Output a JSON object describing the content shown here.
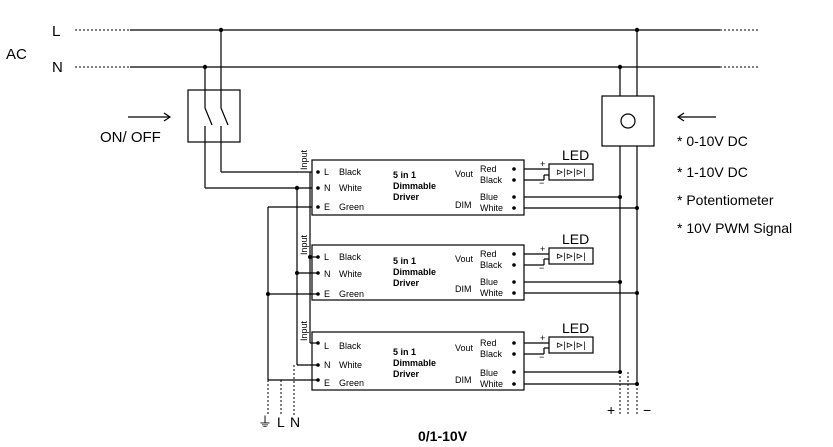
{
  "ac": {
    "label": "AC",
    "line": "L",
    "neutral": "N"
  },
  "switch": {
    "label": "ON/ OFF"
  },
  "input_label": "Input",
  "driver": {
    "title_lines": [
      "5 in 1",
      "Dimmable",
      "Driver"
    ],
    "terminals": [
      {
        "pin": "L",
        "color": "Black"
      },
      {
        "pin": "N",
        "color": "White"
      },
      {
        "pin": "E",
        "color": "Green"
      }
    ],
    "vout_label": "Vout",
    "dim_label": "DIM",
    "out_wires": [
      "Red",
      "Black",
      "Blue",
      "White"
    ]
  },
  "led_label": "LED",
  "led_polarity": {
    "plus": "+",
    "minus": "−"
  },
  "dimmer_options": [
    "* 0-10V DC",
    "* 1-10V DC",
    "* Potentiometer",
    "* 10V PWM Signal"
  ],
  "bottom": {
    "ground": "⏚",
    "l": "L",
    "n": "N",
    "plus": "+",
    "minus": "−",
    "caption": "0/1-10V"
  }
}
